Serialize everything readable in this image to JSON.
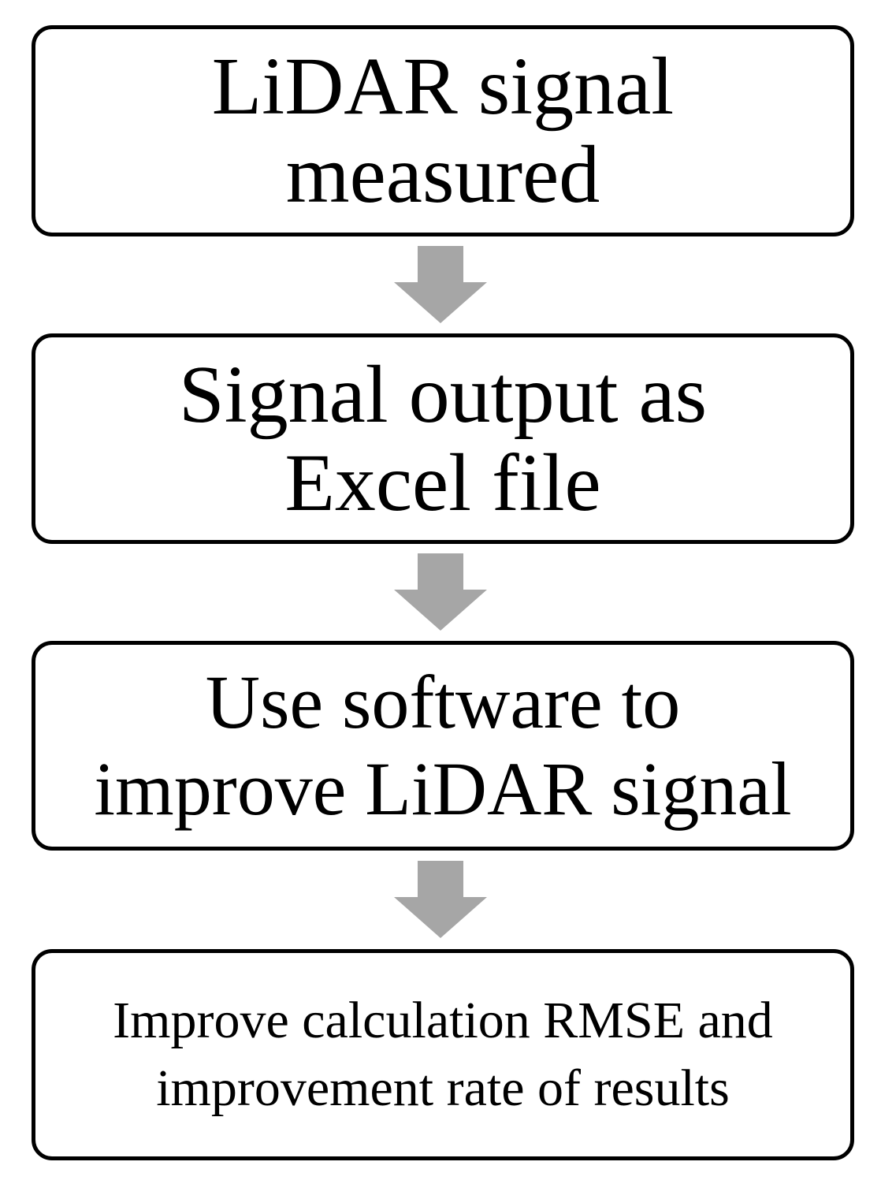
{
  "flowchart": {
    "steps": [
      {
        "lines": [
          "LiDAR signal",
          "measured"
        ]
      },
      {
        "lines": [
          "Signal output as",
          "Excel file"
        ]
      },
      {
        "lines": [
          "Use software to",
          "improve LiDAR signal"
        ]
      },
      {
        "lines": [
          "Improve calculation RMSE and",
          "improvement rate of results"
        ]
      }
    ],
    "arrow_color": "#a6a6a6",
    "border_color": "#000000"
  }
}
